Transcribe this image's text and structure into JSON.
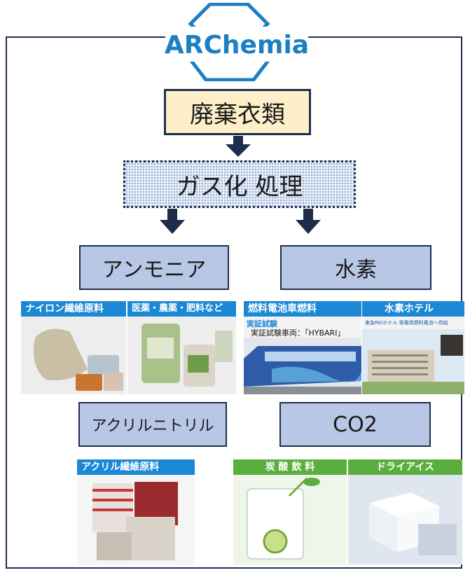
{
  "logo": {
    "text": "ARChemia",
    "color": "#1c7fc4"
  },
  "flow": {
    "waste": "廃棄衣類",
    "gasification": "ガス化 処理",
    "ammonia": "アンモニア",
    "hydrogen": "水素",
    "acrylonitrile": "アクリルニトリル",
    "co2": "CO2"
  },
  "panels": {
    "nylon": {
      "label": "ナイロン繊維原料",
      "icon": "clothing-photo"
    },
    "fertilizer": {
      "label": "医薬・農薬・肥料など",
      "icon": "fertilizer-bags-photo"
    },
    "fuelcell": {
      "label": "燃料電池車燃料",
      "sub1": "実証試験",
      "sub2": "実証試験車両：「HYBARI」",
      "icon": "hydrogen-train-photo"
    },
    "hotel": {
      "label": "水素ホテル",
      "sub": "東急REIホテル 発電用燃料電池へ供給",
      "icon": "hotel-building-photo"
    },
    "acrylic": {
      "label": "アクリル繊維原料",
      "icon": "sweaters-photo"
    },
    "soda": {
      "label": "炭 酸 飲 料",
      "icon": "soda-glass-photo"
    },
    "dryice": {
      "label": "ドライアイス",
      "icon": "dry-ice-photo"
    }
  },
  "colors": {
    "navy": "#1f2d4d",
    "category_fill": "#b8c7e6",
    "waste_fill": "#fdf0c9",
    "panel_blue": "#1b88d6",
    "panel_green": "#5aae3d"
  }
}
